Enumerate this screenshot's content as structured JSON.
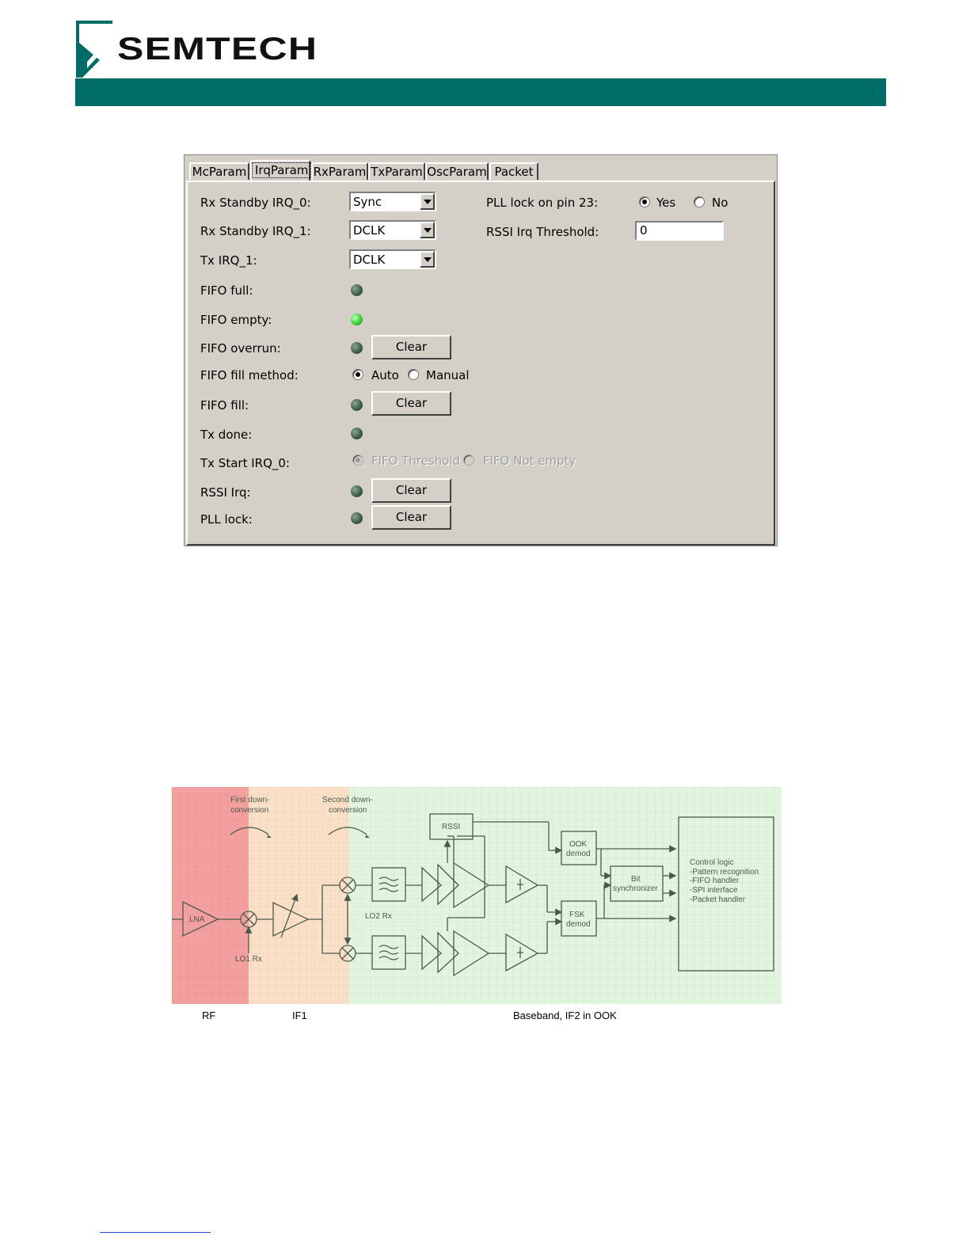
{
  "header": {
    "company": "SEMTECH",
    "colors": {
      "band": "#006c67"
    }
  },
  "dialog": {
    "tabs": [
      {
        "label": "McParam"
      },
      {
        "label": "IrqParam",
        "active": true
      },
      {
        "label": "RxParam"
      },
      {
        "label": "TxParam"
      },
      {
        "label": "OscParam"
      },
      {
        "label": "Packet"
      }
    ],
    "rx_standby_irq0": {
      "label": "Rx Standby IRQ_0:",
      "value": "Sync"
    },
    "rx_standby_irq1": {
      "label": "Rx Standby IRQ_1:",
      "value": "DCLK"
    },
    "tx_irq1": {
      "label": "Tx IRQ_1:",
      "value": "DCLK"
    },
    "pll_lock_pin": {
      "label": "PLL lock on pin 23:",
      "yes": "Yes",
      "no": "No",
      "selected": "Yes"
    },
    "rssi_threshold": {
      "label": "RSSI Irq Threshold:",
      "value": "0"
    },
    "fifo_full": {
      "label": "FIFO full:",
      "led": "off"
    },
    "fifo_empty": {
      "label": "FIFO empty:",
      "led": "on"
    },
    "fifo_overrun": {
      "label": "FIFO overrun:",
      "led": "off",
      "button": "Clear"
    },
    "fifo_fill_method": {
      "label": "FIFO fill method:",
      "auto": "Auto",
      "manual": "Manual",
      "selected": "Auto"
    },
    "fifo_fill": {
      "label": "FIFO fill:",
      "led": "off",
      "button": "Clear"
    },
    "tx_done": {
      "label": "Tx done:",
      "led": "off"
    },
    "tx_start_irq0": {
      "label": "Tx Start IRQ_0:",
      "opt1": "FIFO Threshold",
      "opt2": "FIFO Not empty",
      "selected": "FIFO Threshold",
      "enabled": false
    },
    "rssi_irq": {
      "label": "RSSI Irq:",
      "led": "off",
      "button": "Clear"
    },
    "pll_lock": {
      "label": "PLL lock:",
      "led": "off",
      "button": "Clear"
    },
    "colors": {
      "face": "#d4d0c8",
      "led_on": "#37d12f",
      "led_off": "#3b5a43"
    }
  },
  "diagram": {
    "first_down_1": "First down-",
    "first_down_2": "conversion",
    "second_down_1": "Second down-",
    "second_down_2": "conversion",
    "lna": "LNA",
    "lo1": "LO1 Rx",
    "lo2": "LO2 Rx",
    "rssi": "RSSI",
    "ook_1": "OOK",
    "ook_2": "demod",
    "fsk_1": "FSK",
    "fsk_2": "demod",
    "bit_1": "Bit",
    "bit_2": "synchronizer",
    "ctrl_1": "Control logic",
    "ctrl_2": "-Pattern recognition",
    "ctrl_3": "-FIFO handler",
    "ctrl_4": "-SPI interface",
    "ctrl_5": "-Packet handler",
    "zone_rf": "RF",
    "zone_if1": "IF1",
    "zone_bb": "Baseband, IF2 in OOK",
    "colors": {
      "rf": "#f4a0a0",
      "if1": "#fbe0c8",
      "bb": "#e2f6df",
      "line": "#4a5a4a"
    }
  }
}
